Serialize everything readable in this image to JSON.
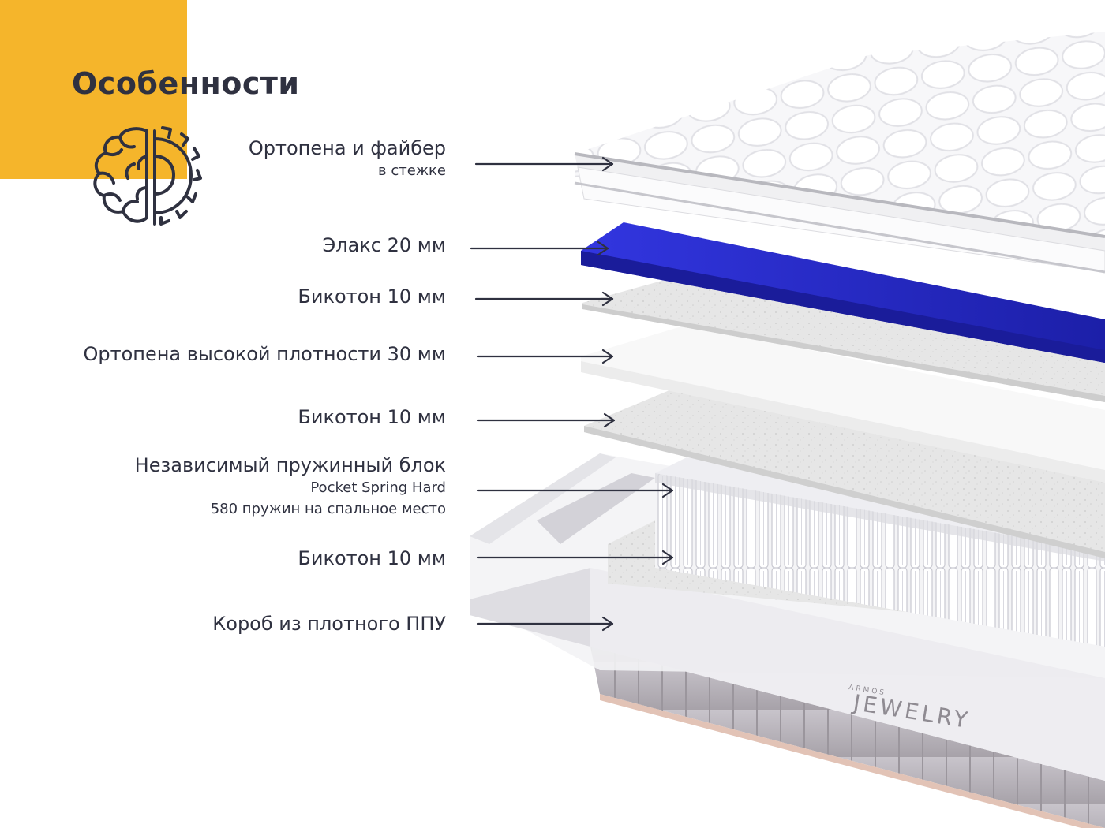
{
  "header": {
    "title": "Особенности",
    "accent_color": "#f5b52b",
    "icon": "brain-gear-icon"
  },
  "layers": [
    {
      "label": "Ортопена и файбер",
      "sub": [
        "в стежке"
      ]
    },
    {
      "label": "Элакс 20 мм",
      "sub": []
    },
    {
      "label": "Бикотон 10 мм",
      "sub": []
    },
    {
      "label": "Ортопена высокой плотности 30 мм",
      "sub": []
    },
    {
      "label": "Бикотон 10 мм",
      "sub": []
    },
    {
      "label": "Независимый пружинный блок",
      "sub": [
        "Pocket Spring Hard",
        "580 пружин на спальное место"
      ]
    },
    {
      "label": "Бикотон 10 мм",
      "sub": []
    },
    {
      "label": "Короб из плотного ППУ",
      "sub": []
    }
  ],
  "product": {
    "brand": "ARMOS",
    "name": "JEWELRY",
    "layer_colors": {
      "elax": "#2b2fd0",
      "bicoton": "#e7e7e7",
      "foam": "#f7f7f7",
      "case": "#b9b5bb"
    }
  }
}
